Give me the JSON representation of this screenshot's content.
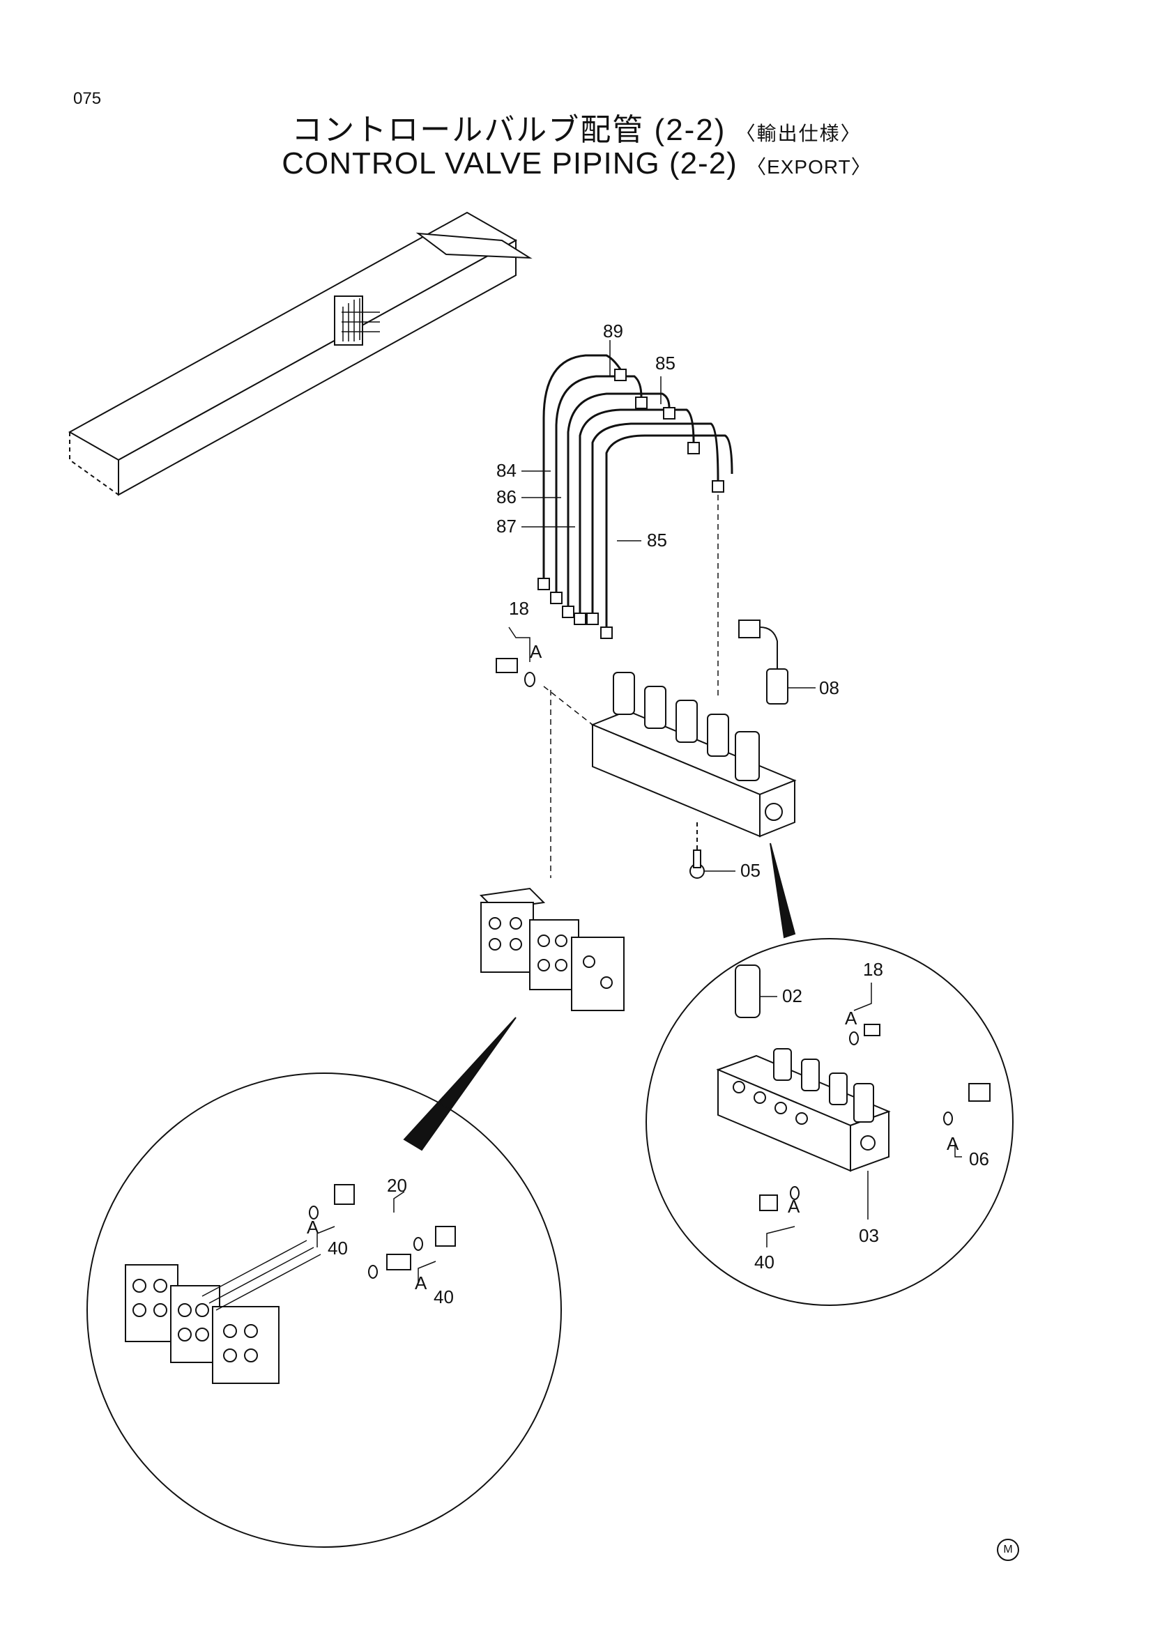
{
  "page_number": "075",
  "title_jp": "コントロールバルブ配管 (2-2)",
  "title_jp_suffix": "〈輸出仕様〉",
  "title_en": "CONTROL VALVE PIPING (2-2)",
  "title_en_suffix": "〈EXPORT〉",
  "corner_mark": "M",
  "callouts": {
    "p89": "89",
    "p85_top": "85",
    "p84": "84",
    "p86": "86",
    "p87": "87",
    "p85_mid": "85",
    "p18_top": "18",
    "a_top": "A",
    "p08": "08",
    "p05": "05",
    "p02": "02",
    "p18_right": "18",
    "a_right1": "A",
    "a_right2": "A",
    "p06": "06",
    "p03": "03",
    "a_right3": "A",
    "p40_right": "40",
    "a_left1": "A",
    "p40_left1": "40",
    "p20": "20",
    "a_left2": "A",
    "p40_left2": "40"
  }
}
